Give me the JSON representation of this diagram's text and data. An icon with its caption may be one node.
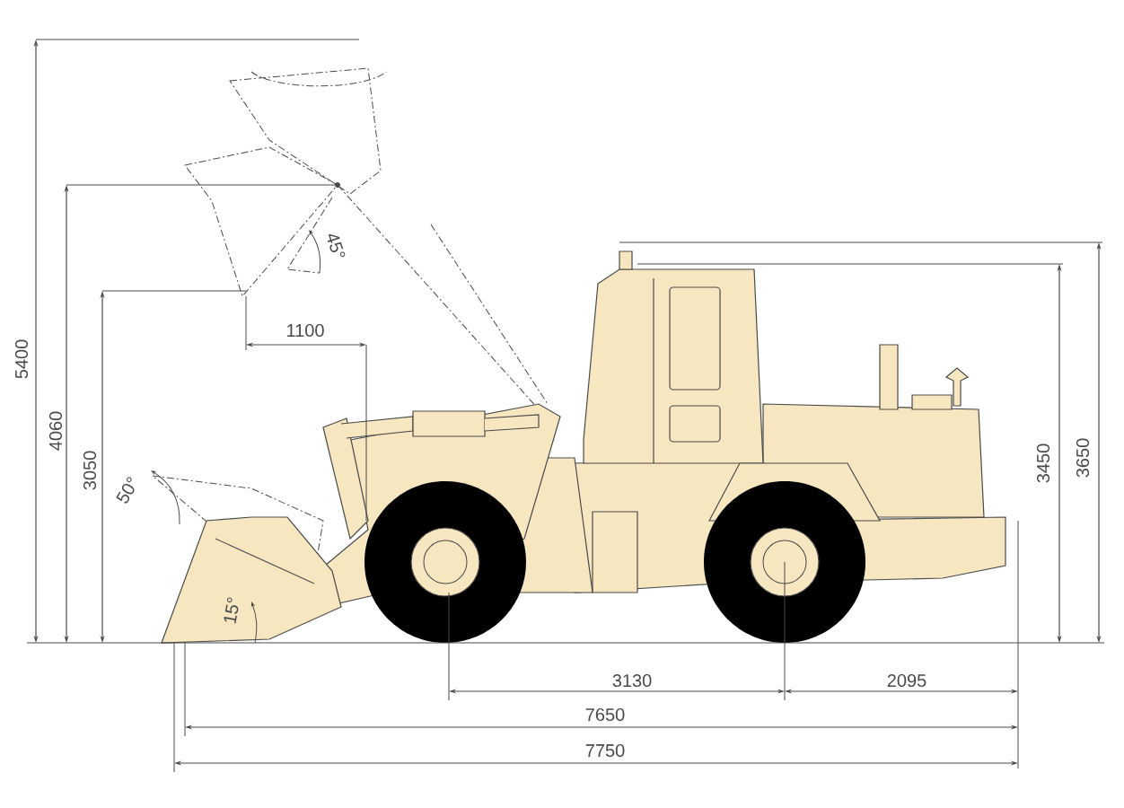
{
  "diagram": {
    "labels": [
      "45°",
      "1100",
      "5400",
      "4060",
      "3050",
      "3450",
      "3650",
      "50°",
      "15°",
      "3130",
      "2095",
      "7650",
      "7750"
    ]
  }
}
